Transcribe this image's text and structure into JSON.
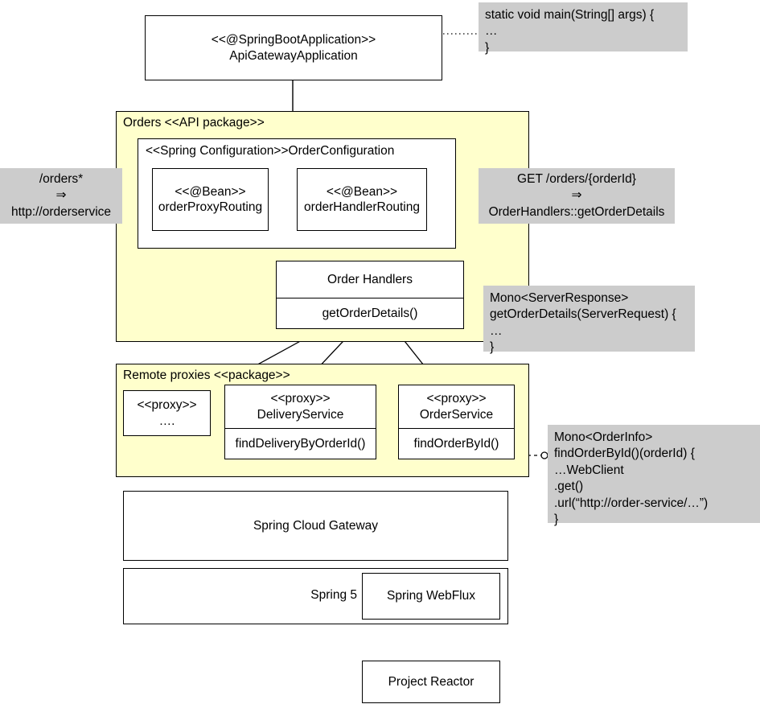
{
  "diagram": {
    "title": "Spring Cloud Gateway API composition architecture",
    "colors": {
      "package_fill": "#ffffcc",
      "note_fill": "#cccccc",
      "box_fill": "#ffffff",
      "stroke": "#000000"
    }
  },
  "application": {
    "stereotype": "<<@SpringBootApplication>>",
    "name": "ApiGatewayApplication",
    "label": "<<@SpringBootApplication>>\nApiGatewayApplication"
  },
  "notes": {
    "main_method": "static void main(String[] args) {\n …\n}",
    "orders_route": "/orders*\n⇒\nhttp://orderservice",
    "get_order_route": "GET /orders/{orderId}\n⇒\nOrderHandlers::getOrderDetails",
    "get_order_details_code": "Mono<ServerResponse>\n getOrderDetails(ServerRequest) {\n    …\n }",
    "find_order_by_id_code": "Mono<OrderInfo>\n findOrderById()(orderId) {\n    …WebClient\n      .get()\n      .url(“http://order-service/…”)\n }"
  },
  "packages": {
    "orders_api": {
      "label": "Orders <<API package>>"
    },
    "remote_proxies": {
      "label": "Remote proxies <<package>>"
    }
  },
  "order_configuration": {
    "label": "<<Spring Configuration>>OrderConfiguration",
    "beans": [
      {
        "stereotype": "<<@Bean>>",
        "name": "orderProxyRouting",
        "label": "<<@Bean>>\norderProxyRouting"
      },
      {
        "stereotype": "<<@Bean>>",
        "name": "orderHandlerRouting",
        "label": "<<@Bean>>\norderHandlerRouting"
      }
    ]
  },
  "order_handlers": {
    "title": "Order Handlers",
    "operations": "getOrderDetails()"
  },
  "proxies": [
    {
      "title": "<<proxy>>\n….",
      "operations": ""
    },
    {
      "title": "<<proxy>>\nDeliveryService",
      "operations": "findDeliveryByOrderId()"
    },
    {
      "title": "<<proxy>>\nOrderService",
      "operations": "findOrderById()"
    }
  ],
  "layers": {
    "gateway": "Spring Cloud Gateway",
    "spring5": "Spring 5",
    "webflux": "Spring WebFlux",
    "reactor": "Project Reactor"
  }
}
